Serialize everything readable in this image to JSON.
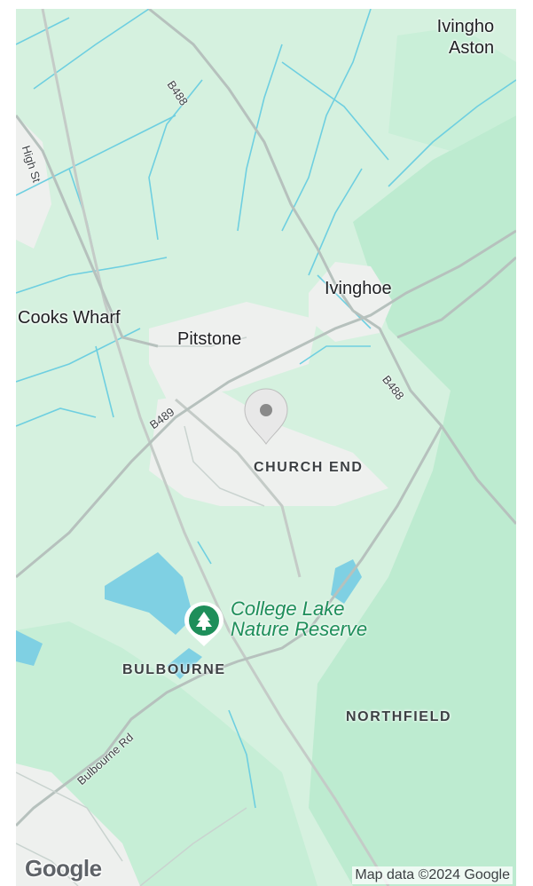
{
  "map": {
    "colors": {
      "land": "#d5f1df",
      "woodland": "#bdebd0",
      "urban": "#eef0ee",
      "water": "#7fd0e3",
      "stream": "#6ecfe0",
      "road": "#b6c1bd",
      "railway": "#c4cbc7",
      "poi": "#1e8e5a"
    },
    "places": {
      "ivinghoe_aston_line1": "Ivingho",
      "ivinghoe_aston_line2": "Aston",
      "ivinghoe": "Ivinghoe",
      "cooks_wharf": "Cooks Wharf",
      "pitstone": "Pitstone",
      "church_end": "CHURCH END",
      "bulbourne": "BULBOURNE",
      "northfield": "NORTHFIELD"
    },
    "roads": {
      "b488_north": "B488",
      "b488_east": "B488",
      "high_st": "High St",
      "b489": "B489",
      "bulbourne_rd": "Bulbourne Rd"
    },
    "poi": {
      "name_line1": "College Lake",
      "name_line2": "Nature Reserve",
      "icon": "tree-icon"
    },
    "marker": {
      "icon": "location-pin-icon"
    },
    "footer": {
      "logo": "Google",
      "attribution": "Map data ©2024 Google"
    }
  }
}
